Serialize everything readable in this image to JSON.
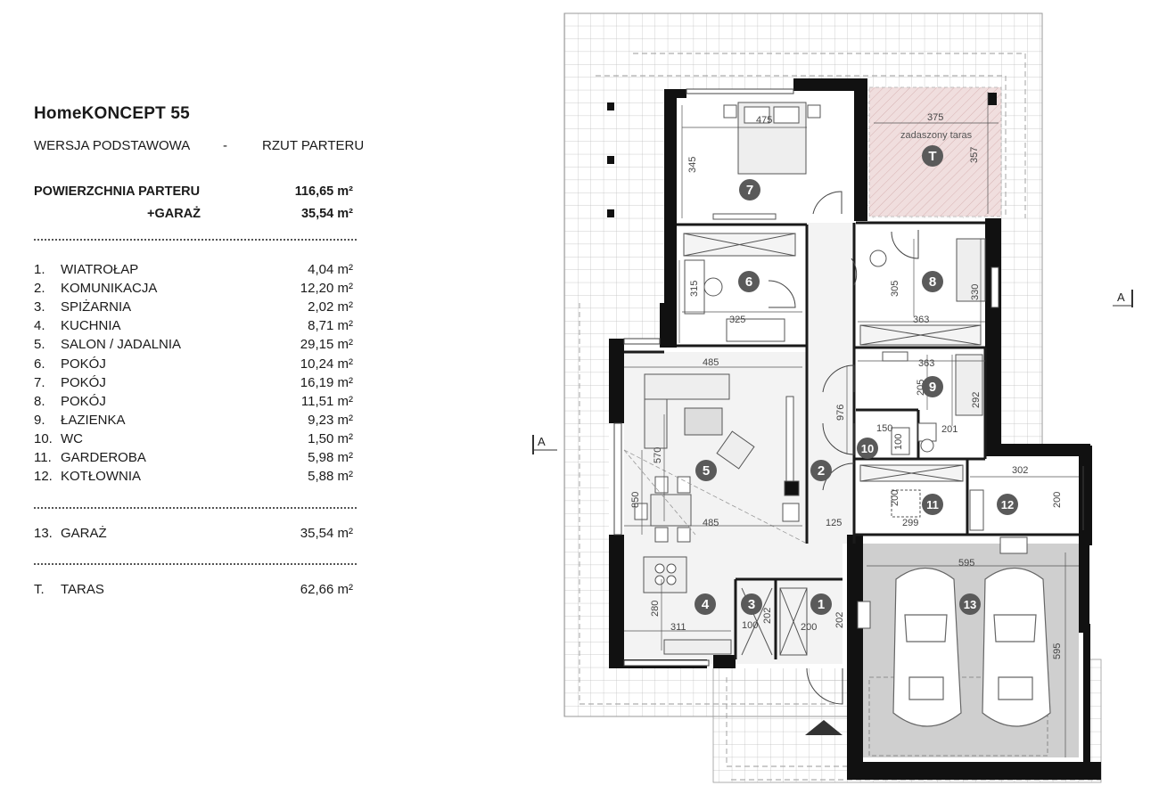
{
  "header": {
    "title": "HomeKONCEPT 55",
    "version": "WERSJA  PODSTAWOWA",
    "dash": "-",
    "view": "RZUT PARTERU"
  },
  "area": {
    "floor_label": "POWIERZCHNIA PARTERU",
    "floor_value": "116,65 m²",
    "garage_label": "+GARAŻ",
    "garage_value": "35,54 m²"
  },
  "rooms": [
    {
      "no": "1.",
      "name": "WIATROŁAP",
      "area": "4,04 m²"
    },
    {
      "no": "2.",
      "name": "KOMUNIKACJA",
      "area": "12,20 m²"
    },
    {
      "no": "3.",
      "name": "SPIŻARNIA",
      "area": "2,02 m²"
    },
    {
      "no": "4.",
      "name": "KUCHNIA",
      "area": "8,71 m²"
    },
    {
      "no": "5.",
      "name": "SALON / JADALNIA",
      "area": "29,15 m²"
    },
    {
      "no": "6.",
      "name": "POKÓJ",
      "area": "10,24 m²"
    },
    {
      "no": "7.",
      "name": "POKÓJ",
      "area": "16,19 m²"
    },
    {
      "no": "8.",
      "name": "POKÓJ",
      "area": "11,51 m²"
    },
    {
      "no": "9.",
      "name": "ŁAZIENKA",
      "area": "9,23 m²"
    },
    {
      "no": "10.",
      "name": "WC",
      "area": "1,50 m²"
    },
    {
      "no": "11.",
      "name": "GARDEROBA",
      "area": "5,98 m²"
    },
    {
      "no": "12.",
      "name": "KOTŁOWNIA",
      "area": "5,88 m²"
    }
  ],
  "garage_row": {
    "no": "13.",
    "name": "GARAŻ",
    "area": "35,54 m²"
  },
  "terrace_row": {
    "no": "T.",
    "name": "TARAS",
    "area": "62,66 m²"
  },
  "plan": {
    "section_left": "A",
    "section_right": "A",
    "terrace_label": "zadaszony taras",
    "room_markers": [
      "1",
      "2",
      "3",
      "4",
      "5",
      "6",
      "7",
      "8",
      "9",
      "10",
      "11",
      "12",
      "13",
      "T"
    ],
    "dimensions": {
      "d475": "475",
      "d345": "345",
      "d375": "375",
      "d357": "357",
      "d315": "315",
      "d325": "325",
      "d305": "305",
      "d330": "330",
      "d363a": "363",
      "d363b": "363",
      "d205": "205",
      "d292": "292",
      "d150": "150",
      "d100a": "100",
      "d201": "201",
      "d485a": "485",
      "d570": "570",
      "d850": "850",
      "d485b": "485",
      "d976": "976",
      "d125": "125",
      "d200a": "200",
      "d299": "299",
      "d302": "302",
      "d200b": "200",
      "d280": "280",
      "d311": "311",
      "d202a": "202",
      "d100b": "100",
      "d200c": "200",
      "d202b": "202",
      "d595a": "595",
      "d595b": "595"
    }
  }
}
